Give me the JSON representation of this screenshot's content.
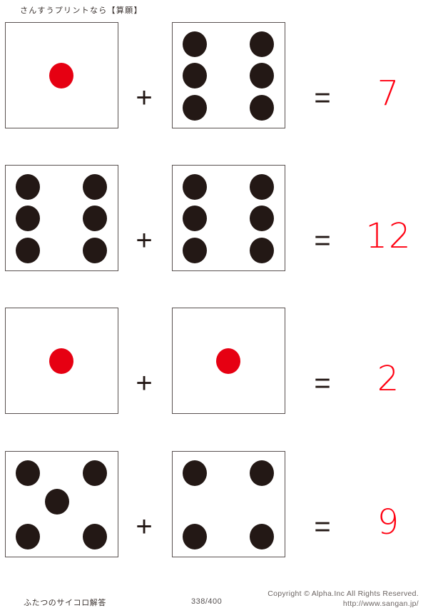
{
  "header": {
    "title": "さんすうプリントなら【算願】"
  },
  "worksheet": {
    "operator_plus": "+",
    "operator_equals": "=",
    "pip_color_black": "#231815",
    "pip_color_red": "#e60012",
    "answer_color": "#ff0011",
    "border_color": "#595150",
    "problems": [
      {
        "left_die": {
          "face": 1,
          "pip_color": "red",
          "pips": [
            "center"
          ]
        },
        "right_die": {
          "face": 6,
          "pip_color": "black",
          "pips": [
            "top-left",
            "top-right",
            "middle-left",
            "middle-right",
            "bottom-left",
            "bottom-right"
          ]
        },
        "answer": "7"
      },
      {
        "left_die": {
          "face": 6,
          "pip_color": "black",
          "pips": [
            "top-left",
            "top-right",
            "middle-left",
            "middle-right",
            "bottom-left",
            "bottom-right"
          ]
        },
        "right_die": {
          "face": 6,
          "pip_color": "black",
          "pips": [
            "top-left",
            "top-right",
            "middle-left",
            "middle-right",
            "bottom-left",
            "bottom-right"
          ]
        },
        "answer": "12"
      },
      {
        "left_die": {
          "face": 1,
          "pip_color": "red",
          "pips": [
            "center"
          ]
        },
        "right_die": {
          "face": 1,
          "pip_color": "red",
          "pips": [
            "center"
          ]
        },
        "answer": "2"
      },
      {
        "left_die": {
          "face": 5,
          "pip_color": "black",
          "pips": [
            "top-left",
            "top-right",
            "center-offset",
            "bottom-left",
            "bottom-right"
          ]
        },
        "right_die": {
          "face": 4,
          "pip_color": "black",
          "pips": [
            "top-left",
            "top-right",
            "bottom-left",
            "bottom-right"
          ]
        },
        "answer": "9"
      }
    ]
  },
  "footer": {
    "label": "ふたつのサイコロ解答",
    "page": "338/400",
    "copyright": "Copyright ©  Alpha.Inc All Rights Reserved.",
    "url": "http://www.sangan.jp/"
  }
}
